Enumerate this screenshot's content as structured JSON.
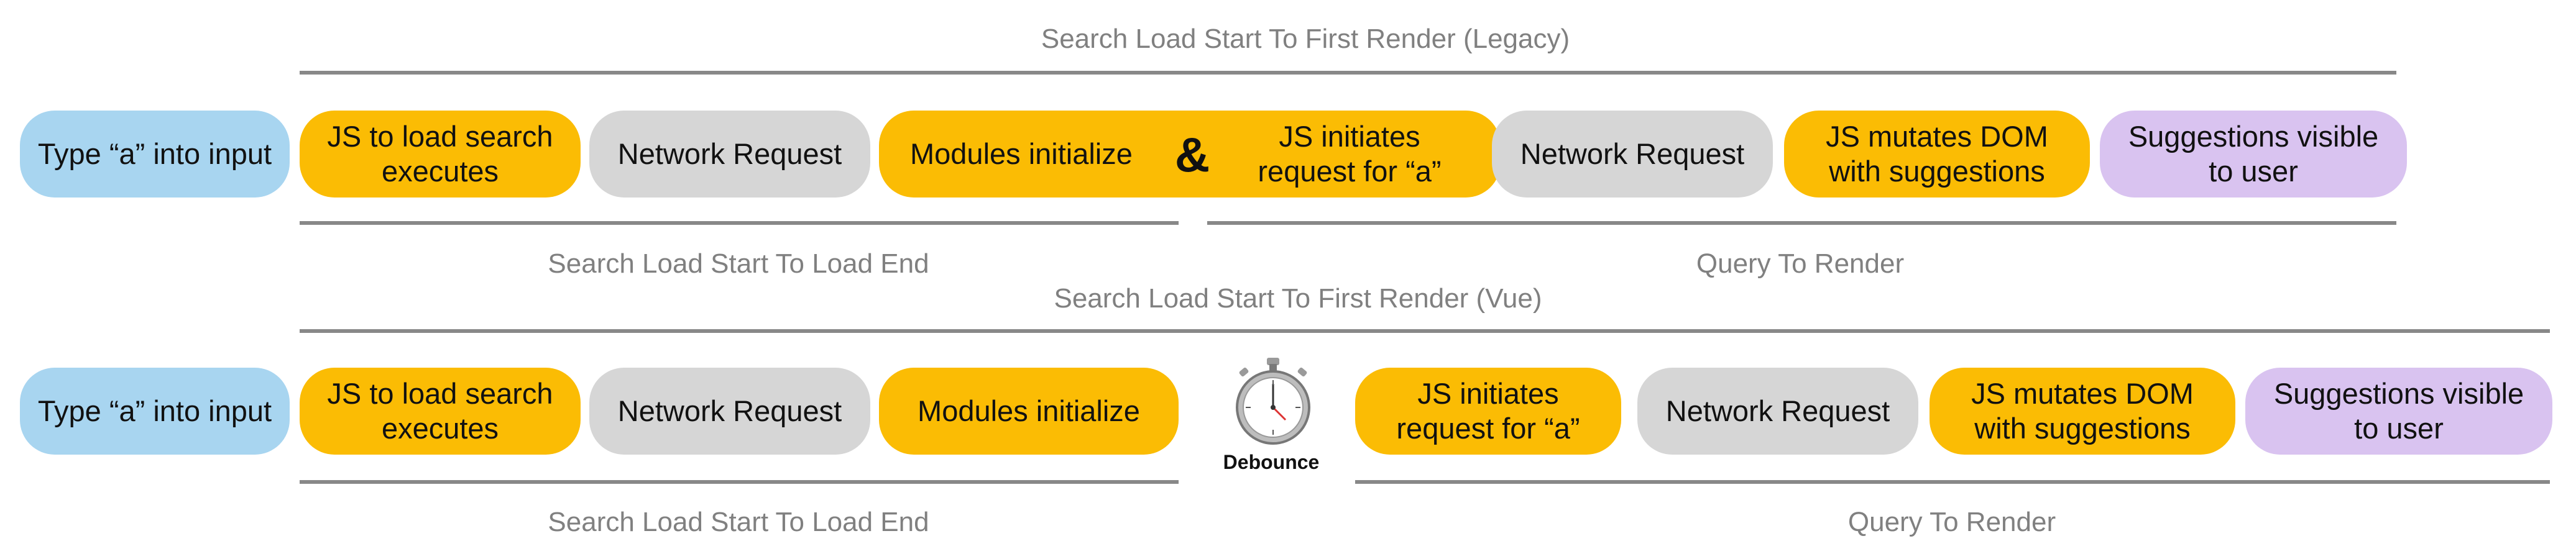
{
  "legacy": {
    "title": "Search Load Start To First Render (Legacy)",
    "steps": {
      "type_input": "Type “a” into input",
      "js_load": "JS to load search executes",
      "network1": "Network Request",
      "modules": "Modules initialize",
      "and_symbol": "&",
      "js_initiates": "JS initiates request for “a”",
      "network2": "Network Request",
      "js_mutates": "JS mutates DOM with suggestions",
      "suggestions": "Suggestions visible to user"
    },
    "load_label": "Search Load Start To Load End",
    "query_label": "Query To Render"
  },
  "vue": {
    "title": "Search Load Start To First Render (Vue)",
    "steps": {
      "type_input": "Type “a” into input",
      "js_load": "JS to load search executes",
      "network1": "Network Request",
      "modules": "Modules initialize",
      "debounce": "Debounce",
      "js_initiates": "JS initiates request for “a”",
      "network2": "Network Request",
      "js_mutates": "JS mutates DOM with suggestions",
      "suggestions": "Suggestions visible to user"
    },
    "load_label": "Search Load Start To Load End",
    "query_label": "Query To Render"
  },
  "colors": {
    "user_action": "#a8d5f0",
    "js_step": "#fbbc04",
    "network": "#d6d6d6",
    "result": "#d9c3f0",
    "line": "#888888",
    "label_text": "#808080"
  }
}
